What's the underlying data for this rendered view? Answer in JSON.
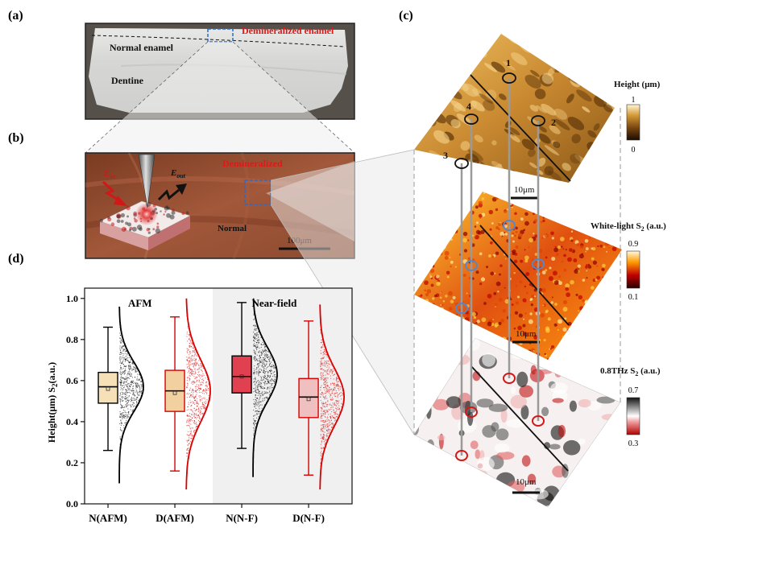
{
  "panels": {
    "a": {
      "label": "(a)",
      "demineralized": "Demineralized enamel",
      "normal": "Normal  enamel",
      "dentine": "Dentine"
    },
    "b": {
      "label": "(b)",
      "demineralized": "Demineralized",
      "normal": "Normal",
      "scale": "100μm",
      "e_in": "E",
      "e_in_sub": "in",
      "e_out": "E",
      "e_out_sub": "out"
    },
    "c": {
      "label": "(c)",
      "maps": [
        {
          "scale": "10μm",
          "cbar_title": "Height  (μm)",
          "cbar_max": "1",
          "cbar_min": "0"
        },
        {
          "scale": "10μm",
          "cbar_title": "White-light S",
          "cbar_sub": "2",
          "cbar_unit": "  (a.u.)",
          "cbar_max": "0.9",
          "cbar_min": "0.1"
        },
        {
          "scale": "10μm",
          "cbar_title": "0.8THz  S",
          "cbar_sub": "2",
          "cbar_unit": "   (a.u.)",
          "cbar_max": "0.7",
          "cbar_min": "0.3"
        }
      ],
      "points": [
        "1",
        "2",
        "3",
        "4"
      ]
    },
    "d": {
      "label": "(d)",
      "group_afm": "AFM",
      "group_nf": "Near-field",
      "ylabel_a": "Height(μm)  S",
      "ylabel_sub": "2",
      "ylabel_b": "(a.u.)"
    }
  },
  "colors": {
    "afm_box": "#000000",
    "demin_box": "#d90000",
    "nearfield_bg": "#f0f0f0"
  },
  "chart_data": {
    "type": "box",
    "categories": [
      "N(AFM)",
      "D(AFM)",
      "N(N-F)",
      "D(N-F)"
    ],
    "ylim": [
      0.0,
      1.05
    ],
    "yticks": [
      0.0,
      0.2,
      0.4,
      0.6,
      0.8,
      1.0
    ],
    "ytick_labels": [
      "0.0",
      "0.2",
      "0.4",
      "0.6",
      "0.8",
      "1.0"
    ],
    "boxes": [
      {
        "category": "N(AFM)",
        "whisker_low": 0.26,
        "q1": 0.49,
        "median": 0.57,
        "mean": 0.56,
        "q3": 0.64,
        "whisker_high": 0.86,
        "color": "#000000",
        "fill": "#f5e0b8"
      },
      {
        "category": "D(AFM)",
        "whisker_low": 0.16,
        "q1": 0.45,
        "median": 0.55,
        "mean": 0.54,
        "q3": 0.65,
        "whisker_high": 0.91,
        "color": "#d90000",
        "fill": "#f2d0a0"
      },
      {
        "category": "N(N-F)",
        "whisker_low": 0.27,
        "q1": 0.54,
        "median": 0.62,
        "mean": 0.62,
        "q3": 0.72,
        "whisker_high": 0.98,
        "color": "#000000",
        "fill": "#e04050"
      },
      {
        "category": "D(N-F)",
        "whisker_low": 0.14,
        "q1": 0.42,
        "median": 0.52,
        "mean": 0.51,
        "q3": 0.61,
        "whisker_high": 0.89,
        "color": "#d90000",
        "fill": "#f0c0c0"
      }
    ],
    "distributions": [
      {
        "category": "N(AFM)",
        "mean": 0.57,
        "sd": 0.12,
        "min": 0.1,
        "max": 0.96,
        "color": "#000000"
      },
      {
        "category": "D(AFM)",
        "mean": 0.55,
        "sd": 0.15,
        "min": 0.07,
        "max": 1.0,
        "color": "#d90000"
      },
      {
        "category": "N(N-F)",
        "mean": 0.63,
        "sd": 0.13,
        "min": 0.13,
        "max": 1.0,
        "color": "#000000"
      },
      {
        "category": "D(N-F)",
        "mean": 0.52,
        "sd": 0.14,
        "min": 0.07,
        "max": 0.97,
        "color": "#d90000"
      }
    ]
  }
}
